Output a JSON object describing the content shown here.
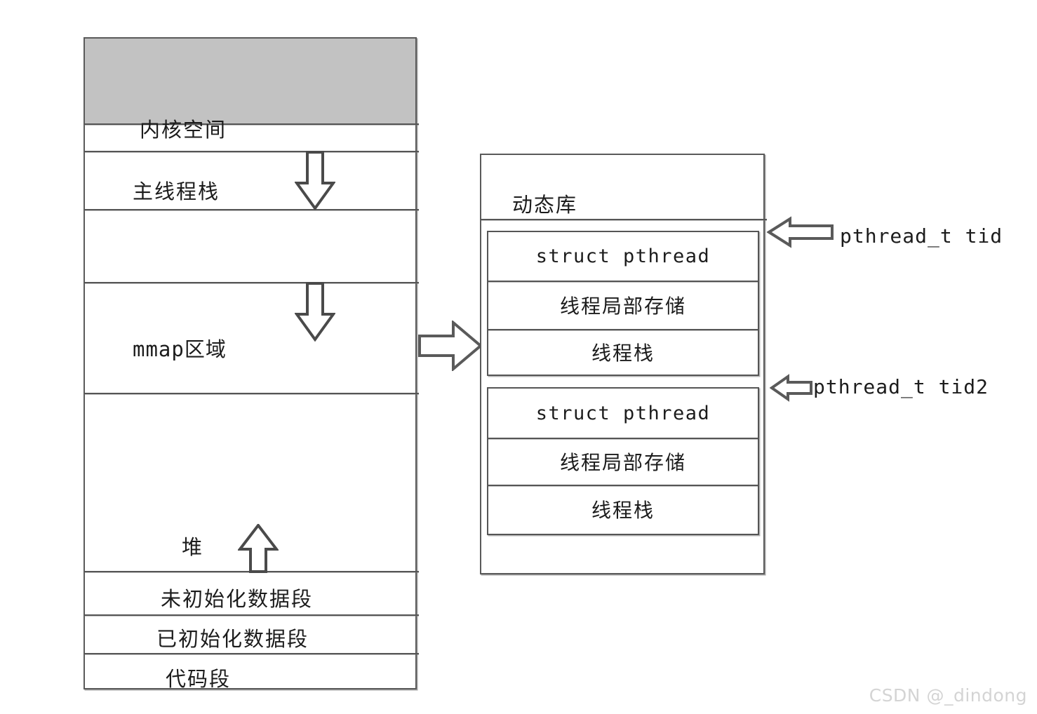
{
  "diagram": {
    "title": "Linux process virtual address space and pthread layout",
    "colors": {
      "kernel_fill": "#c2c2c2",
      "line": "#555555",
      "text": "#1c1c1c",
      "watermark": "#d4d4d4",
      "background": "#ffffff"
    }
  },
  "process_space": {
    "segments": [
      {
        "id": "kernel",
        "label": "内核空间",
        "filled": true,
        "arrow": "none"
      },
      {
        "id": "gap-top",
        "label": "",
        "filled": false,
        "arrow": "none"
      },
      {
        "id": "main-stack",
        "label": "主线程栈",
        "filled": false,
        "arrow": "down"
      },
      {
        "id": "gap-mid",
        "label": "",
        "filled": false,
        "arrow": "none"
      },
      {
        "id": "mmap",
        "label": "mmap区域",
        "filled": false,
        "arrow": "down"
      },
      {
        "id": "heap",
        "label": "堆",
        "filled": false,
        "arrow": "up"
      },
      {
        "id": "bss",
        "label": "未初始化数据段",
        "filled": false,
        "arrow": "none"
      },
      {
        "id": "data",
        "label": "已初始化数据段",
        "filled": false,
        "arrow": "none"
      },
      {
        "id": "text",
        "label": "代码段",
        "filled": false,
        "arrow": "none"
      }
    ]
  },
  "dynamic_library": {
    "title": "动态库",
    "threads": [
      {
        "id": "thread-1",
        "callout": "pthread_t tid",
        "rows": [
          {
            "id": "struct-pthread",
            "label": "struct pthread",
            "mono": true
          },
          {
            "id": "tls",
            "label": "线程局部存储",
            "mono": false
          },
          {
            "id": "thread-stack",
            "label": "线程栈",
            "mono": false
          }
        ]
      },
      {
        "id": "thread-2",
        "callout": "pthread_t tid2",
        "rows": [
          {
            "id": "struct-pthread",
            "label": "struct pthread",
            "mono": true
          },
          {
            "id": "tls",
            "label": "线程局部存储",
            "mono": false
          },
          {
            "id": "thread-stack",
            "label": "线程栈",
            "mono": false
          }
        ]
      }
    ]
  },
  "connector": {
    "id": "mmap-to-dylib",
    "direction": "right",
    "label": ""
  },
  "watermark": {
    "text": "CSDN @_dindong"
  }
}
